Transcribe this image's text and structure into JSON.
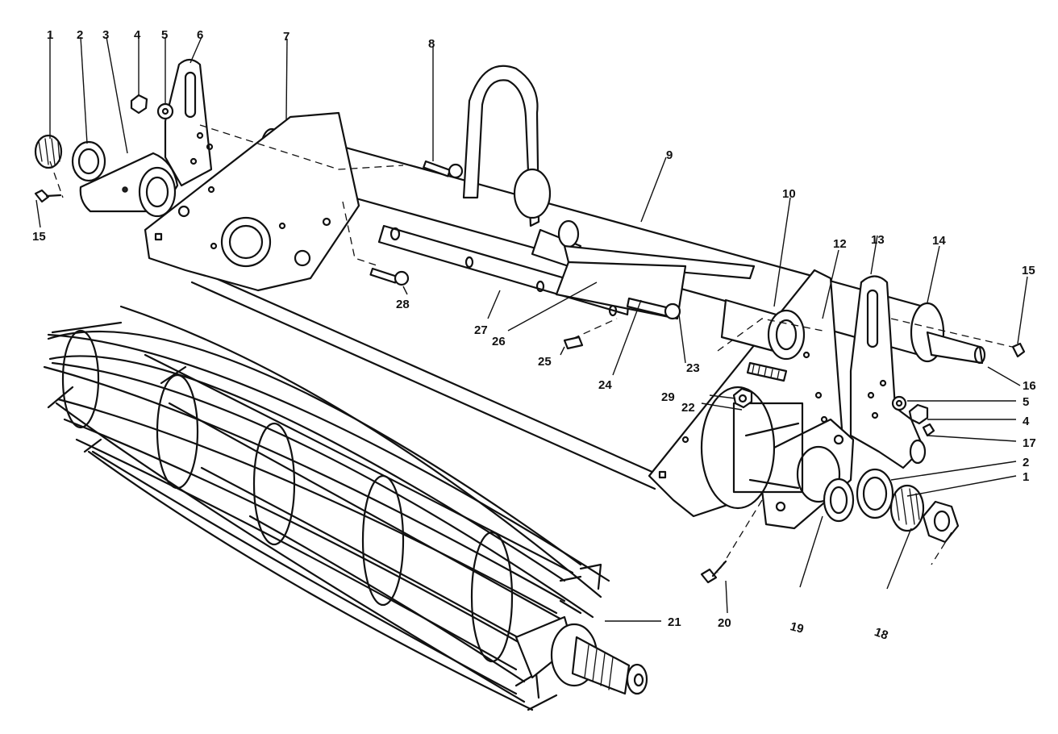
{
  "callouts": [
    {
      "id": "c1a",
      "label": "1"
    },
    {
      "id": "c2a",
      "label": "2"
    },
    {
      "id": "c3",
      "label": "3"
    },
    {
      "id": "c4a",
      "label": "4"
    },
    {
      "id": "c5a",
      "label": "5"
    },
    {
      "id": "c6",
      "label": "6"
    },
    {
      "id": "c7",
      "label": "7"
    },
    {
      "id": "c8",
      "label": "8"
    },
    {
      "id": "c9",
      "label": "9"
    },
    {
      "id": "c10",
      "label": "10"
    },
    {
      "id": "c12",
      "label": "12"
    },
    {
      "id": "c13",
      "label": "13"
    },
    {
      "id": "c14",
      "label": "14"
    },
    {
      "id": "c15a",
      "label": "15"
    },
    {
      "id": "c15b",
      "label": "15"
    },
    {
      "id": "c16",
      "label": "16"
    },
    {
      "id": "c5b",
      "label": "5"
    },
    {
      "id": "c4b",
      "label": "4"
    },
    {
      "id": "c17",
      "label": "17"
    },
    {
      "id": "c2b",
      "label": "2"
    },
    {
      "id": "c1b",
      "label": "1"
    },
    {
      "id": "c18",
      "label": "18"
    },
    {
      "id": "c19",
      "label": "19"
    },
    {
      "id": "c20",
      "label": "20"
    },
    {
      "id": "c21",
      "label": "21"
    },
    {
      "id": "c22",
      "label": "22"
    },
    {
      "id": "c29",
      "label": "29"
    },
    {
      "id": "c23",
      "label": "23"
    },
    {
      "id": "c24",
      "label": "24"
    },
    {
      "id": "c25",
      "label": "25"
    },
    {
      "id": "c26",
      "label": "26"
    },
    {
      "id": "c27",
      "label": "27"
    },
    {
      "id": "c28",
      "label": "28"
    }
  ]
}
